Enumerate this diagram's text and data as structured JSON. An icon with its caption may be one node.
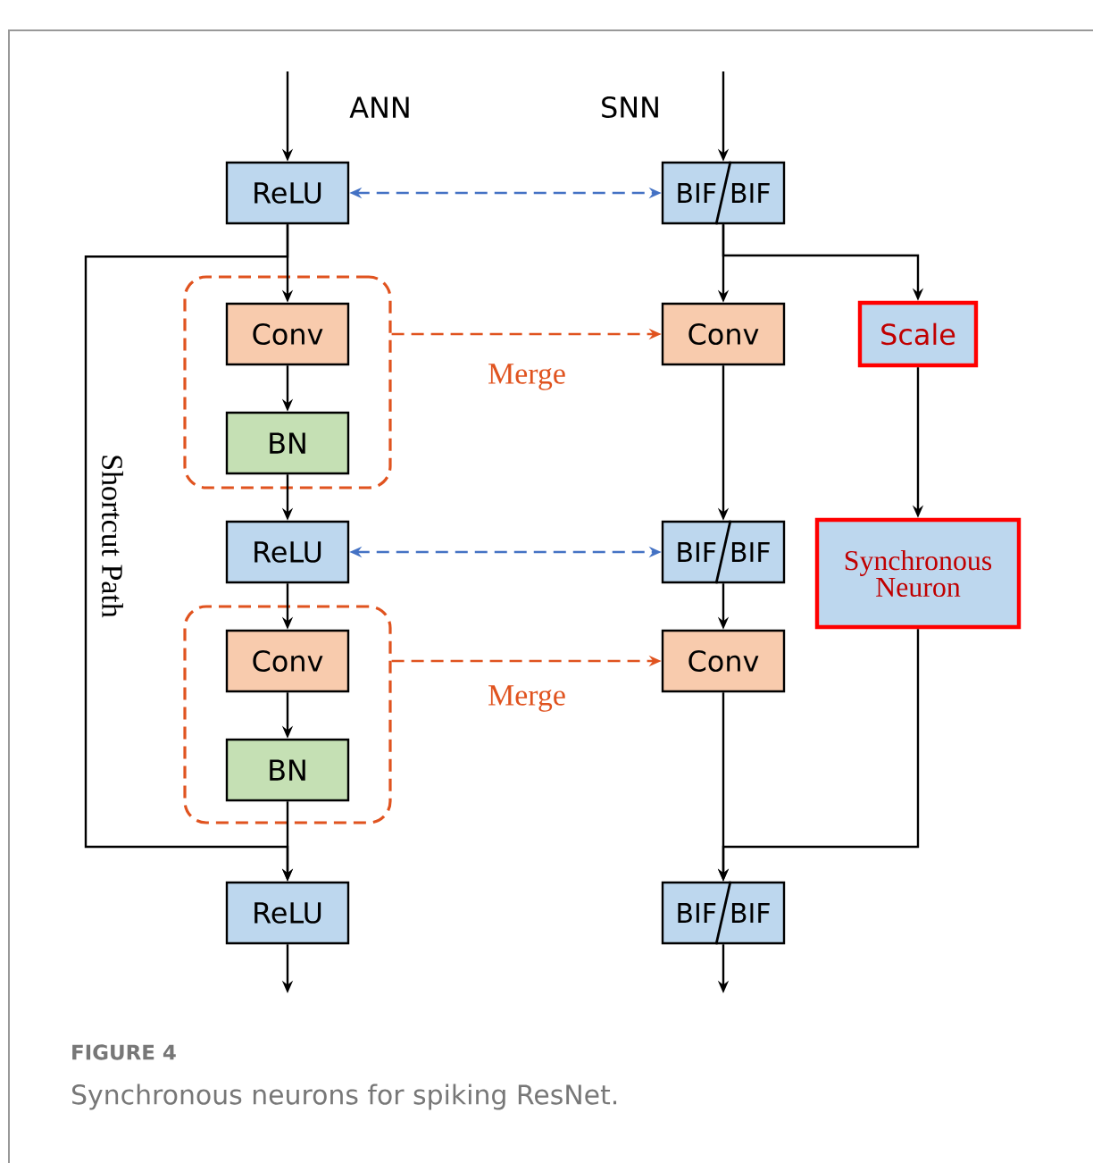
{
  "diagram": {
    "title": "FIGURE 4",
    "caption": "Synchronous neurons for spiking ResNet.",
    "nodes": [
      {
        "text": [
          "ReLU"
        ]
      },
      {
        "text": [
          "BIF",
          "BIF"
        ]
      },
      {
        "text": [],
        "shape": "box"
      },
      {
        "text": [
          "Conv"
        ],
        "in": 2
      },
      {
        "text": [
          "Conv"
        ]
      },
      {
        "text": [
          "Scale"
        ]
      },
      {
        "text": [
          "BN"
        ],
        "in": 2
      },
      {
        "text": [
          "ReLU"
        ]
      },
      {
        "text": [
          "BIF",
          "BIF"
        ]
      },
      {
        "text": [
          "Synchronous Neuron"
        ]
      },
      {
        "text": [],
        "shape": "box"
      },
      {
        "text": [
          "Conv"
        ],
        "in": 10
      },
      {
        "text": [
          "Conv"
        ]
      },
      {
        "text": [
          "BN"
        ],
        "in": 10
      },
      {
        "text": [
          "ReLU"
        ]
      },
      {
        "text": [
          "BIF",
          "BIF"
        ]
      }
    ],
    "edges": [
      {
        "from": null,
        "to": 0,
        "arrow": "to"
      },
      {
        "from": null,
        "to": 1,
        "arrow": "to"
      },
      {
        "from": 0,
        "to": 1,
        "arrow": "both",
        "style": "dashed",
        "color": "#4472c4"
      },
      {
        "from": 0,
        "to": 3,
        "arrow": "to"
      },
      {
        "from": 1,
        "to": 4,
        "arrow": "to"
      },
      {
        "from": 1,
        "to": 5,
        "arrow": "to"
      },
      {
        "from": 2,
        "to": 4,
        "arrow": "to",
        "label": "Merge",
        "style": "dashed",
        "color": "#e0531f"
      },
      {
        "from": 3,
        "to": 6,
        "arrow": "to"
      },
      {
        "from": 6,
        "to": 7,
        "arrow": "to"
      },
      {
        "from": 0,
        "to": 14,
        "arrow": "to",
        "label": "Shortcut Path"
      },
      {
        "from": 4,
        "to": 8,
        "arrow": "to"
      },
      {
        "from": 5,
        "to": 9,
        "arrow": "to"
      },
      {
        "from": 7,
        "to": 8,
        "arrow": "both",
        "style": "dashed",
        "color": "#4472c4"
      },
      {
        "from": 7,
        "to": 11,
        "arrow": "to"
      },
      {
        "from": 8,
        "to": 12,
        "arrow": "to"
      },
      {
        "from": 10,
        "to": 12,
        "arrow": "to",
        "label": "Merge",
        "style": "dashed",
        "color": "#e0531f"
      },
      {
        "from": 11,
        "to": 13,
        "arrow": "to"
      },
      {
        "from": 13,
        "to": 14,
        "arrow": "to"
      },
      {
        "from": 12,
        "to": 15,
        "arrow": "to"
      },
      {
        "from": 9,
        "to": 15,
        "arrow": "to"
      },
      {
        "from": 14,
        "to": null,
        "arrow": "to"
      },
      {
        "from": 15,
        "to": null,
        "arrow": "to"
      }
    ],
    "labels": [
      "ANN",
      "SNN"
    ]
  }
}
